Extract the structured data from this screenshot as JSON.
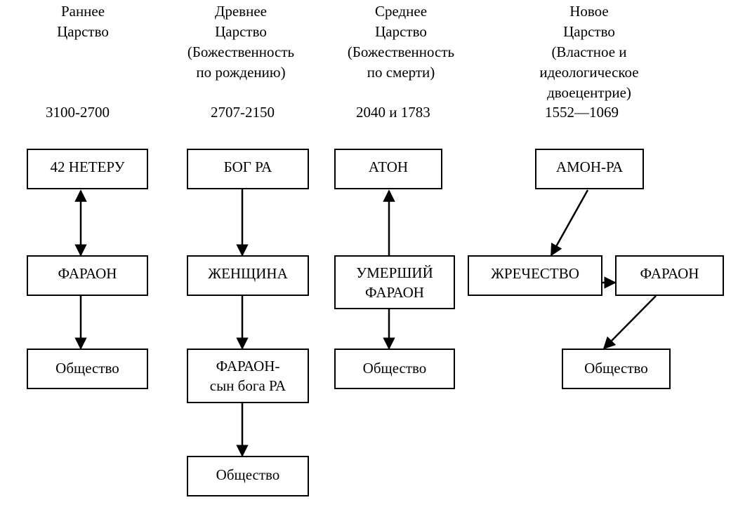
{
  "columns": [
    {
      "title_lines": [
        "Раннее",
        "Царство"
      ],
      "dates": "3100-2700",
      "nodes": [
        {
          "lines": [
            "42 НЕТЕРУ"
          ]
        },
        {
          "lines": [
            "ФАРАОН"
          ]
        },
        {
          "lines": [
            "Общество"
          ]
        }
      ]
    },
    {
      "title_lines": [
        "Древнее",
        "Царство",
        "(Божественность",
        "по рождению)"
      ],
      "dates": "2707-2150",
      "nodes": [
        {
          "lines": [
            "БОГ РА"
          ]
        },
        {
          "lines": [
            "ЖЕНЩИНА"
          ]
        },
        {
          "lines": [
            "ФАРАОН-",
            "сын бога РА"
          ]
        },
        {
          "lines": [
            "Общество"
          ]
        }
      ]
    },
    {
      "title_lines": [
        "Среднее",
        "Царство",
        "(Божественность",
        "по смерти)"
      ],
      "dates": "2040 и 1783",
      "nodes": [
        {
          "lines": [
            "АТОН"
          ]
        },
        {
          "lines": [
            "УМЕРШИЙ",
            "ФАРАОН"
          ]
        },
        {
          "lines": [
            "Общество"
          ]
        }
      ]
    },
    {
      "title_lines": [
        "Новое",
        "Царство",
        "(Властное и",
        "идеологическое",
        "двоецентрие)"
      ],
      "dates": "1552—1069",
      "nodes": [
        {
          "lines": [
            "АМОН-РА"
          ]
        },
        {
          "lines": [
            "ЖРЕЧЕСТВО"
          ]
        },
        {
          "lines": [
            "ФАРАОН"
          ]
        },
        {
          "lines": [
            "Общество"
          ]
        }
      ]
    }
  ],
  "edges": [
    {
      "from": "42 НЕТЕРУ",
      "to": "ФАРАОН",
      "bidirectional": true
    },
    {
      "from": "ФАРАОН",
      "to": "Общество"
    },
    {
      "from": "БОГ РА",
      "to": "ЖЕНЩИНА"
    },
    {
      "from": "ЖЕНЩИНА",
      "to": "ФАРАОН- сын бога РА"
    },
    {
      "from": "ФАРАОН- сын бога РА",
      "to": "Общество"
    },
    {
      "from": "УМЕРШИЙ ФАРАОН",
      "to": "АТОН"
    },
    {
      "from": "УМЕРШИЙ ФАРАОН",
      "to": "Общество"
    },
    {
      "from": "АМОН-РА",
      "to": "ЖРЕЧЕСТВО"
    },
    {
      "from": "ЖРЕЧЕСТВО",
      "to": "ФАРАОН"
    },
    {
      "from": "ФАРАОН",
      "to": "Общество"
    }
  ]
}
